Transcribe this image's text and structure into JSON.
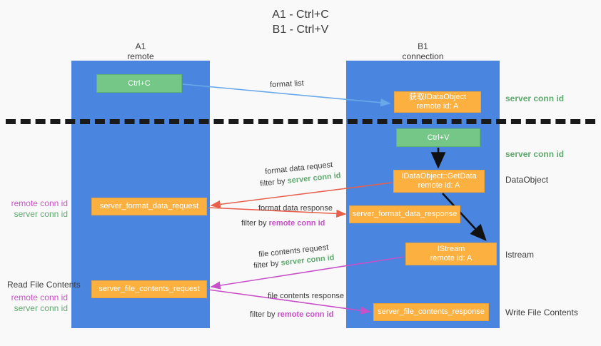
{
  "title": {
    "line1": "A1 - Ctrl+C",
    "line2": "B1 - Ctrl+V"
  },
  "lanes": {
    "a1": {
      "name": "A1",
      "role": "remote"
    },
    "b1": {
      "name": "B1",
      "role": "connection"
    }
  },
  "nodes": {
    "ctrl_c": {
      "label": "Ctrl+C",
      "color": "#74c787"
    },
    "get_data_object": {
      "line1": "获取IDataObject",
      "line2": "remote id: A",
      "color": "#fbb040"
    },
    "ctrl_v": {
      "label": "Ctrl+V",
      "color": "#74c787"
    },
    "idataobject_getdata": {
      "line1": "IDataObject::GetData",
      "line2": "remote id: A",
      "color": "#fbb040"
    },
    "istream": {
      "line1": "IStream",
      "line2": "remote id: A",
      "color": "#fbb040"
    },
    "server_format_data_request": {
      "label": "server_format_data_request",
      "color": "#fbb040"
    },
    "server_format_data_response": {
      "label": "server_format_data_response",
      "color": "#fbb040"
    },
    "server_file_contents_request": {
      "label": "server_file_contents_request",
      "color": "#fbb040"
    },
    "server_file_contents_response": {
      "label": "server_file_contents_response",
      "color": "#fbb040"
    }
  },
  "edge_labels": {
    "format_list": "format list",
    "format_data_request": "format data request",
    "format_data_request_filter_prefix": "filter by ",
    "format_data_request_filter_key": "server conn id",
    "format_data_response": "format data response",
    "format_data_response_filter_prefix": "filter by ",
    "format_data_response_filter_key": "remote conn id",
    "file_contents_request": "file contents request",
    "file_contents_request_filter_prefix": "filter by ",
    "file_contents_request_filter_key": "server conn id",
    "file_contents_response": "file contents response",
    "file_contents_response_filter_prefix": "filter by ",
    "file_contents_response_filter_key": "remote conn id"
  },
  "annotations": {
    "server_conn_id_top": "server conn id",
    "server_conn_id_mid": "server conn id",
    "data_object": "DataObject",
    "istream": "Istream",
    "write_file_contents": "Write File Contents",
    "read_file_contents": "Read File Contents",
    "remote_conn_id_a": "remote conn id",
    "server_conn_id_a": "server conn id",
    "remote_conn_id_b": "remote conn id",
    "server_conn_id_b": "server conn id"
  },
  "colors": {
    "lane": "#4a86e0",
    "green_box": "#74c787",
    "orange_box": "#fbb040",
    "green_text": "#5fa96f",
    "magenta_text": "#c850c8",
    "blue_arrow": "#6aa9e9",
    "red_arrow": "#e8604c",
    "magenta_arrow": "#c850c8",
    "black_arrow": "#111111",
    "background": "#f9f9f9"
  }
}
